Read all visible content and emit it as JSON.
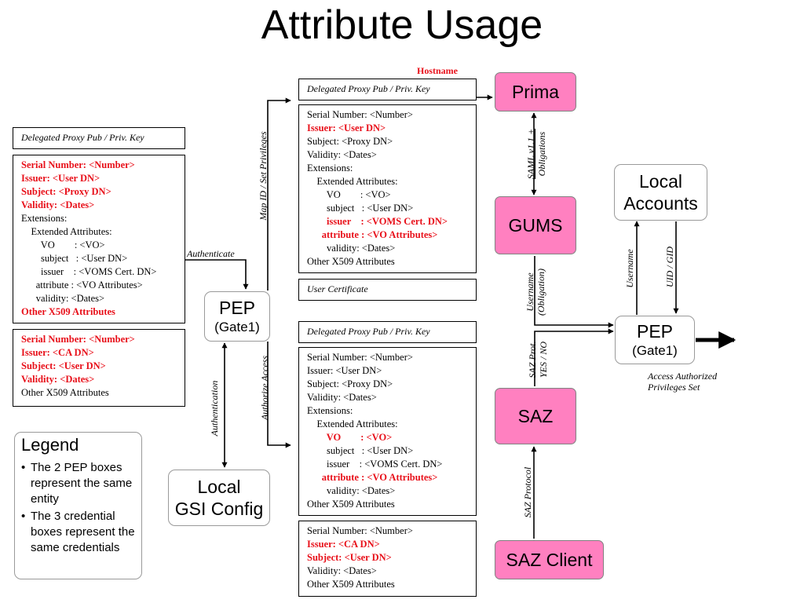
{
  "title": "Attribute Usage",
  "hostname_label": "Hostname",
  "left_column": {
    "delegated_header": "Delegated Proxy Pub / Priv. Key",
    "proxy_cert": [
      {
        "text": "Serial Number: <Number>",
        "red": true
      },
      {
        "text": "Issuer: <User DN>",
        "red": true
      },
      {
        "text": "Subject: <Proxy DN>",
        "red": true
      },
      {
        "text": "Validity: <Dates>",
        "red": true
      },
      {
        "text": "Extensions:",
        "red": false
      },
      {
        "text": "    Extended Attributes:",
        "red": false
      },
      {
        "text": "        VO        : <VO>",
        "red": false
      },
      {
        "text": "        subject   : <User DN>",
        "red": false
      },
      {
        "text": "        issuer    : <VOMS Cert. DN>",
        "red": false
      },
      {
        "text": "      attribute : <VO Attributes>",
        "red": false
      },
      {
        "text": "      validity: <Dates>",
        "red": false
      },
      {
        "text": "Other X509 Attributes",
        "red": true
      }
    ],
    "user_cert": [
      {
        "text": "Serial Number: <Number>",
        "red": true
      },
      {
        "text": "Issuer: <CA DN>",
        "red": true
      },
      {
        "text": "Subject: <User DN>",
        "red": true
      },
      {
        "text": "Validity: <Dates>",
        "red": true
      },
      {
        "text": "Other X509 Attributes",
        "red": false
      }
    ]
  },
  "middle_top": {
    "delegated_header": "Delegated Proxy Pub / Priv. Key",
    "proxy_cert": [
      {
        "text": "Serial Number: <Number>",
        "red": false
      },
      {
        "text": "Issuer: <User DN>",
        "red": true
      },
      {
        "text": "Subject: <Proxy DN>",
        "red": false
      },
      {
        "text": "Validity: <Dates>",
        "red": false
      },
      {
        "text": "Extensions:",
        "red": false
      },
      {
        "text": "    Extended Attributes:",
        "red": false
      },
      {
        "text": "        VO        : <VO>",
        "red": false
      },
      {
        "text": "        subject   : <User DN>",
        "red": false
      },
      {
        "text": "        issuer    : <VOMS Cert. DN>",
        "red": true
      },
      {
        "text": "      attribute : <VO Attributes>",
        "red": true
      },
      {
        "text": "        validity: <Dates>",
        "red": false
      },
      {
        "text": "Other X509 Attributes",
        "red": false
      }
    ],
    "user_cert_header": "User Certificate"
  },
  "middle_bottom": {
    "delegated_header": "Delegated Proxy Pub / Priv. Key",
    "proxy_cert": [
      {
        "text": "Serial Number: <Number>",
        "red": false
      },
      {
        "text": "Issuer: <User DN>",
        "red": false
      },
      {
        "text": "Subject: <Proxy DN>",
        "red": false
      },
      {
        "text": "Validity: <Dates>",
        "red": false
      },
      {
        "text": "Extensions:",
        "red": false
      },
      {
        "text": "    Extended Attributes:",
        "red": false
      },
      {
        "text": "        VO        : <VO>",
        "red": true
      },
      {
        "text": "        subject   : <User DN>",
        "red": false
      },
      {
        "text": "        issuer    : <VOMS Cert. DN>",
        "red": false
      },
      {
        "text": "      attribute : <VO Attributes>",
        "red": true
      },
      {
        "text": "        validity: <Dates>",
        "red": false
      },
      {
        "text": "Other X509 Attributes",
        "red": false
      }
    ],
    "user_cert": [
      {
        "text": "Serial Number: <Number>",
        "red": false
      },
      {
        "text": "Issuer: <CA DN>",
        "red": true
      },
      {
        "text": "Subject: <User DN>",
        "red": true
      },
      {
        "text": "Validity: <Dates>",
        "red": false
      },
      {
        "text": "Other X509 Attributes",
        "red": false
      }
    ]
  },
  "nodes": {
    "pep_left": {
      "name": "PEP",
      "sub": "(Gate1)"
    },
    "local_gsi": {
      "line1": "Local",
      "line2": "GSI Config"
    },
    "prima": "Prima",
    "gums": "GUMS",
    "saz": "SAZ",
    "saz_client": "SAZ Client",
    "local_accounts": {
      "line1": "Local",
      "line2": "Accounts"
    },
    "pep_right": {
      "name": "PEP",
      "sub": "(Gate1)"
    }
  },
  "labels": {
    "authenticate": "Authenticate",
    "map_id": "Map ID  / Set Privileges",
    "authorize_access": "Authorize Access",
    "authentication": "Authentication",
    "saml_line1": "SAML v1.1 +",
    "saml_line2": "Obligations",
    "username_obligation_line1": "Username",
    "username_obligation_line2": "(Obligation)",
    "saz_prot_line1": "SAZ Prot.",
    "saz_prot_line2": "YES / NO",
    "saz_protocol": "SAZ Protocol",
    "username": "Username",
    "uid_gid": "UID / GID",
    "access_line1": "Access Authorized",
    "access_line2": "Privileges Set"
  },
  "legend": {
    "title": "Legend",
    "items": [
      "The 2 PEP boxes represent the same entity",
      "The 3 credential boxes represent the same credentials"
    ]
  },
  "colors": {
    "highlight_red": "#e8101a",
    "service_pink": "#ff80c0",
    "border_gray": "#9a9a9a"
  }
}
